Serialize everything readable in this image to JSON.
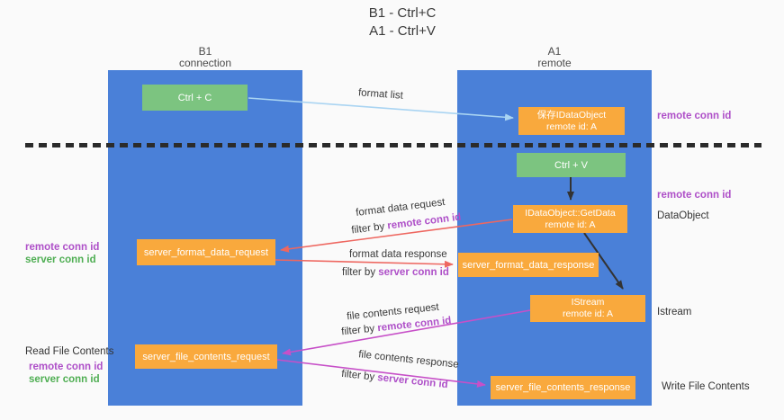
{
  "title": {
    "line1": "B1 - Ctrl+C",
    "line2": "A1 - Ctrl+V"
  },
  "columns": {
    "left": {
      "name": "B1",
      "role": "connection"
    },
    "right": {
      "name": "A1",
      "role": "remote"
    }
  },
  "nodes": {
    "ctrl_c": {
      "label": "Ctrl + C"
    },
    "save_dataobject": {
      "line1": "保存IDataObject",
      "line2": "remote id: A"
    },
    "ctrl_v": {
      "label": "Ctrl + V"
    },
    "getdata": {
      "line1": "IDataObject::GetData",
      "line2": "remote id: A"
    },
    "server_format_data_request": {
      "label": "server_format_data_request"
    },
    "server_format_data_response": {
      "label": "server_format_data_response"
    },
    "istream": {
      "line1": "IStream",
      "line2": "remote id: A"
    },
    "server_file_contents_request": {
      "label": "server_file_contents_request"
    },
    "server_file_contents_response": {
      "label": "server_file_contents_response"
    }
  },
  "side_labels": {
    "right_remote_conn_id_1": "remote conn id",
    "right_remote_conn_id_2": "remote conn id",
    "dataobject": "DataObject",
    "istream": "Istream",
    "write_file_contents": "Write File Contents",
    "left_remote_conn_id_1": "remote conn id",
    "left_server_conn_id_1": "server conn id",
    "read_file_contents": "Read File Contents",
    "left_remote_conn_id_2": "remote conn id",
    "left_server_conn_id_2": "server conn id"
  },
  "arrow_labels": {
    "format_list": "format list",
    "format_data_request": "format data request",
    "format_data_request_filter_prefix": "filter by ",
    "format_data_request_filter_key": "remote conn id",
    "format_data_response": "format data response",
    "format_data_response_filter_prefix": "filter by ",
    "format_data_response_filter_key": "server conn id",
    "file_contents_request": "file contents request",
    "file_contents_request_filter_prefix": "filter by ",
    "file_contents_request_filter_key": "remote conn id",
    "file_contents_response": "file contents response",
    "file_contents_response_filter_prefix": "filter by ",
    "file_contents_response_filter_key": "server conn id"
  },
  "colors": {
    "background": "#fafafa",
    "column_blue": "#4a80d8",
    "box_orange": "#f9a93d",
    "box_green": "#7cc480",
    "text_purple": "#ae4fc8",
    "text_green": "#4fae53",
    "arrow_lightblue": "#a9d4f2",
    "arrow_red": "#ee6760",
    "arrow_magenta": "#c750c8",
    "arrow_black": "#333333",
    "dash_line": "#2b2b2b"
  }
}
